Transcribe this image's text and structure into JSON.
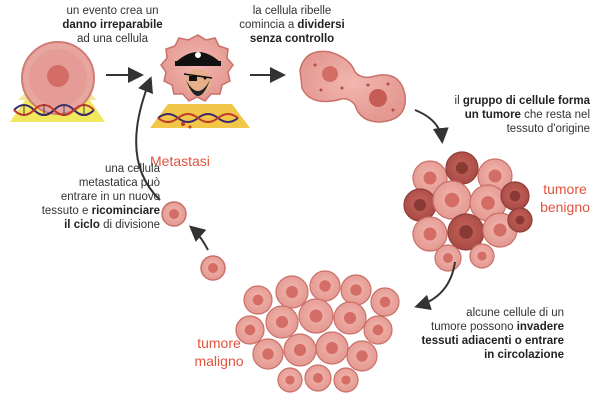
{
  "texts": {
    "step1": {
      "pre": "un evento crea un",
      "bold": "danno irreparabile",
      "post": "ad una cellula"
    },
    "step2": {
      "pre": "la cellula ribelle",
      "pre2": "comincia a ",
      "bold": "dividersi",
      "bold2": "senza controllo"
    },
    "step3": {
      "pre": "il ",
      "bold": "gruppo di cellule forma",
      "bold2": "un tumore",
      "post": " che resta nel",
      "post2": "tessuto d'origine"
    },
    "step4": {
      "pre": "alcune cellule di un",
      "pre2": "tumore possono ",
      "bold": "invadere",
      "bold2": "tessuti adiacenti o entrare",
      "bold3": "in circolazione"
    },
    "step5": {
      "l1": "una cellula",
      "l2": "metastatica può",
      "l3": "entrare in un nuovo",
      "l4pre": "tessuto e ",
      "l4bold": "ricominciare",
      "l5bold": "il ciclo",
      "l5post": " di divisione"
    }
  },
  "labels": {
    "metastasi": "Metastasi",
    "benigno_1": "tumore",
    "benigno_2": "benigno",
    "maligno_1": "tumore",
    "maligno_2": "maligno"
  },
  "colors": {
    "cell_fill": "#e8a19a",
    "cell_edge": "#c96f68",
    "nucleus": "#d9736b",
    "dark_cell": "#b5524c",
    "dna_yellow": "#f0e442",
    "accent_red": "#e0533d",
    "arrow": "#333333"
  },
  "icons": [
    "pirate-face-icon",
    "dna-strand-icon",
    "arrow-icon"
  ]
}
